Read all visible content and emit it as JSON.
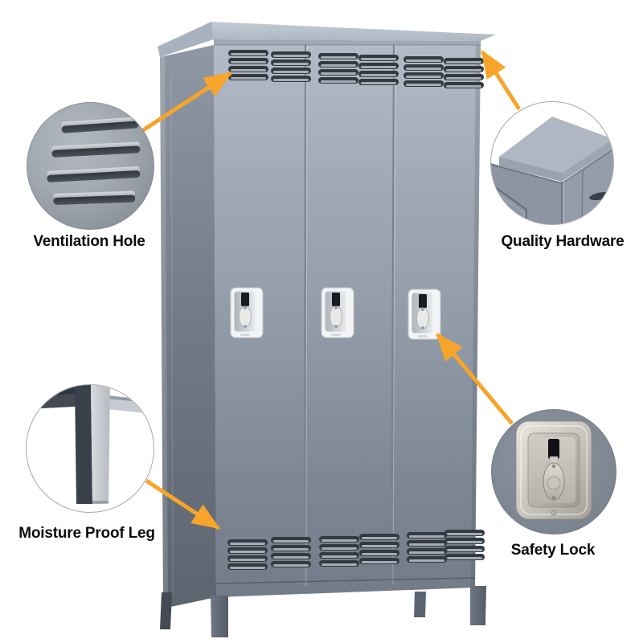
{
  "callouts": {
    "ventilation": {
      "label": "Ventilation Hole"
    },
    "hardware": {
      "label": "Quality Hardware"
    },
    "moisture_leg": {
      "label": "Moisture Proof Leg"
    },
    "safety_lock": {
      "label": "Safety Lock"
    }
  },
  "colors": {
    "arrow": "#F7A42A",
    "locker_front_top": "#b4bec9",
    "locker_front_bottom": "#737d8a",
    "locker_side": "#5d6571",
    "label_text": "#0d0d0d",
    "background": "#ffffff"
  }
}
